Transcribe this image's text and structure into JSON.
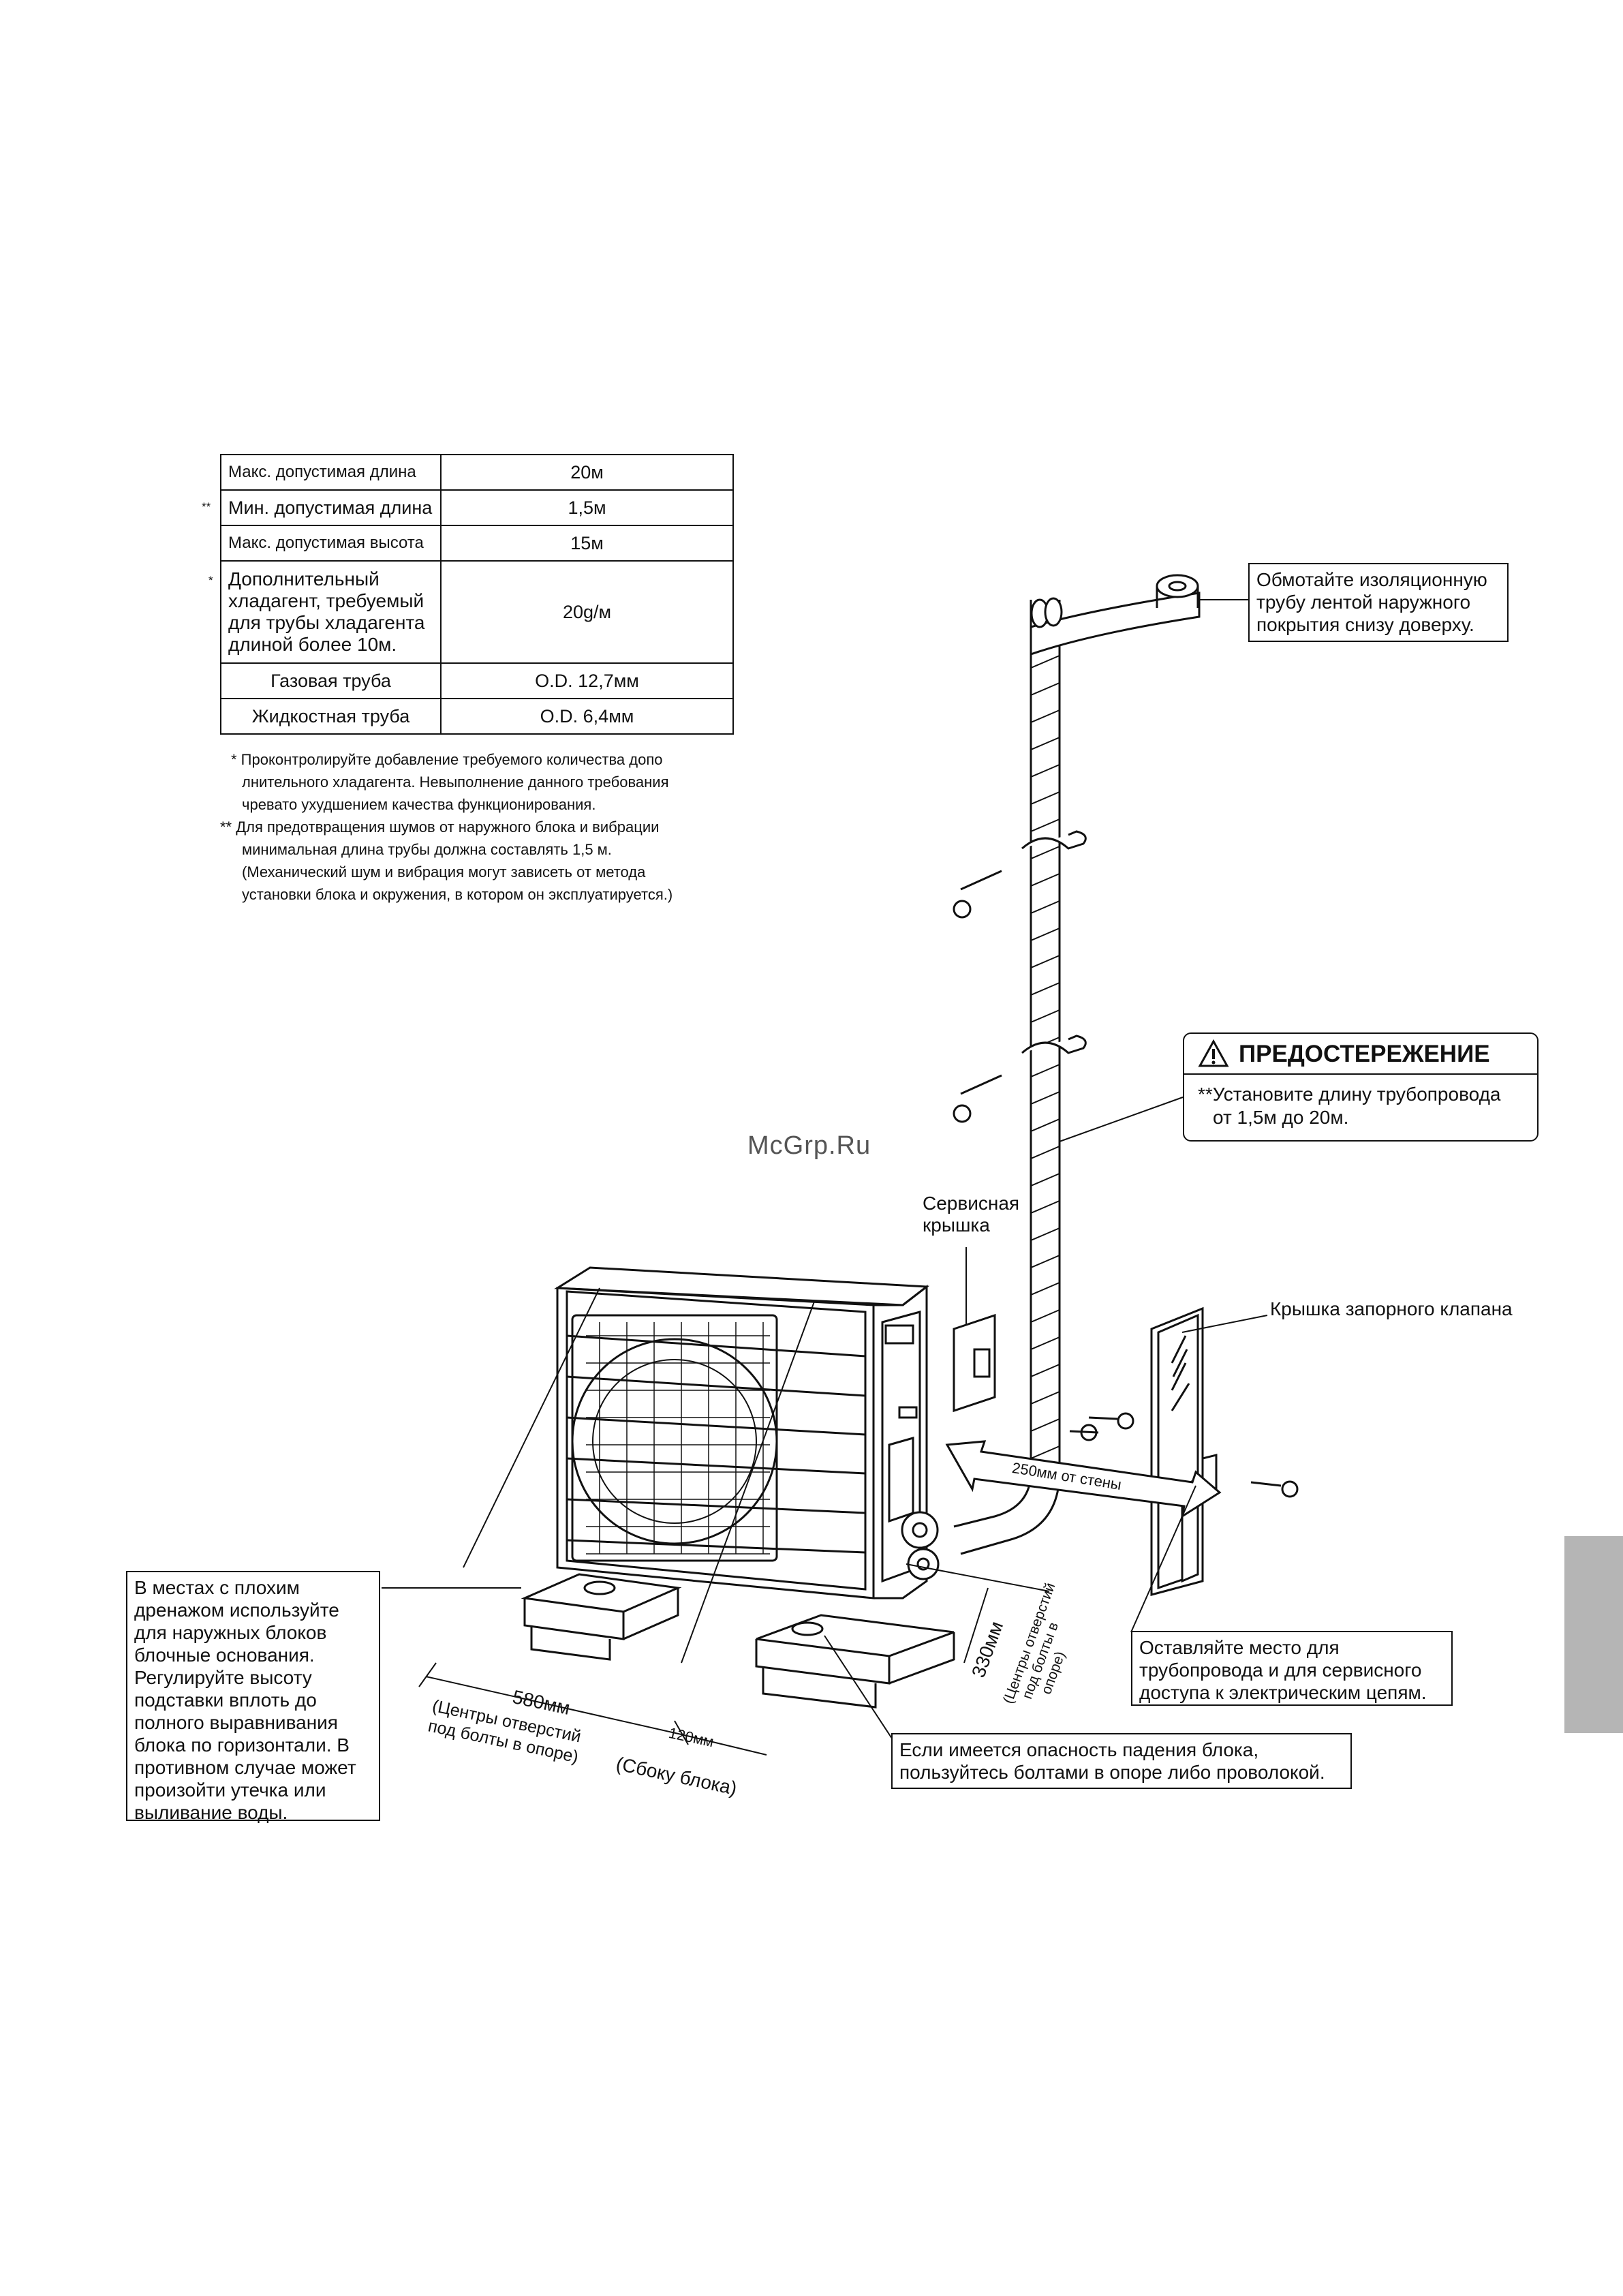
{
  "spec_table": {
    "rows": [
      {
        "mark": "",
        "label": "Макс. допустимая длина",
        "value": "20м"
      },
      {
        "mark": "**",
        "label": "Мин. допустимая длина",
        "value": "1,5м"
      },
      {
        "mark": "",
        "label": "Макс. допустимая высота",
        "value": "15м"
      },
      {
        "mark": "*",
        "label_lines": [
          "Дополнительный",
          "хладагент, требуемый",
          "для трубы хладагента",
          "длиной более 10м."
        ],
        "value": "20g/м"
      },
      {
        "label": "Газовая труба",
        "value": "O.D. 12,7мм"
      },
      {
        "label": "Жидкостная труба",
        "value": "O.D. 6,4мм"
      }
    ]
  },
  "notes": [
    "* Проконтролируйте добавление требуемого количества допо",
    "лнительного хладагента. Невыполнение данного требования",
    "чревато ухудшением качества функционирования.",
    "** Для предотвращения шумов от наружного блока и вибрации",
    "минимальная длина трубы должна составлять 1,5 м.",
    "(Механический шум и вибрация могут зависеть от метода",
    "установки блока и окружения, в котором он эксплуатируется.)"
  ],
  "callouts": {
    "tape": [
      "Обмотайте изоляционную",
      "трубу лентой наружного",
      "покрытия снизу доверху."
    ],
    "warning_title": "ПРЕДОСТЕРЕЖЕНИЕ",
    "warning_lines": [
      "**Установите длину трубопровода",
      "от 1,5м до 20м."
    ],
    "service_cover": [
      "Сервисная",
      "крышка"
    ],
    "valve_cover": "Крышка запорного клапана",
    "wall_distance": "250мм от стены",
    "drainage": [
      "В местах с плохим",
      "дренажом используйте",
      "для наружных блоков",
      "блочные основания.",
      "Регулируйте высоту",
      "подставки вплоть до",
      "полного выравнивания",
      "блока по горизонтали. В",
      "противном случае может",
      "произойти утечка или",
      "выливание воды."
    ],
    "space": [
      "Оставляйте место для",
      "трубопровода и для сервисного",
      "доступа к электрическим цепям."
    ],
    "fall": [
      "Если имеется опасность падения блока,",
      "пользуйтесь болтами в опоре либо проволокой."
    ]
  },
  "dimensions": {
    "d580": "580мм",
    "d580_note": [
      "(Центры отверстий",
      "под болты в опоре)"
    ],
    "d120": "120мм",
    "d120_note": "(Сбоку блока)",
    "d330": "330мм",
    "d330_note": [
      "(Центры отверстий",
      "под болты в",
      "опоре)"
    ]
  },
  "watermark": "McGrp.Ru",
  "colors": {
    "ink": "#111111",
    "tab": "#b5b5b5"
  }
}
